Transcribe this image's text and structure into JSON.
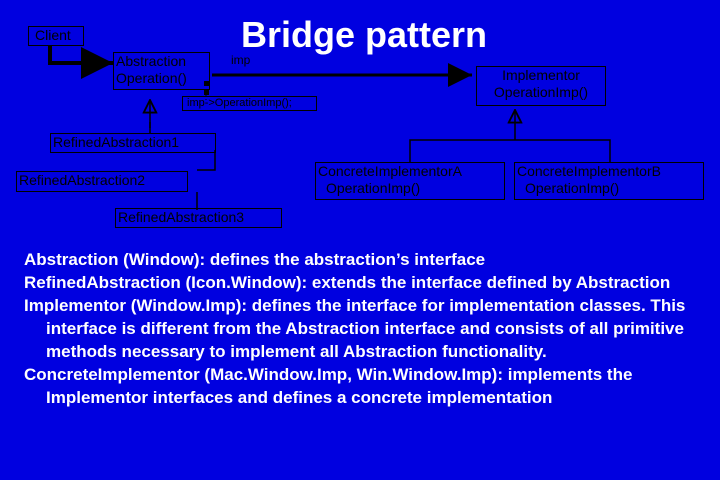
{
  "title": "Bridge pattern",
  "diagram": {
    "client": "Client",
    "abstraction": {
      "name": "Abstraction",
      "method": "Operation()"
    },
    "imp_label": "imp",
    "note": "imp->OperationImp();",
    "implementor": {
      "name": "Implementor",
      "method": "OperationImp()"
    },
    "refined1": "RefinedAbstraction1",
    "refined2": "RefinedAbstraction2",
    "refined3": "RefinedAbstraction3",
    "concreteA": {
      "name": "ConcreteImplementorA",
      "method": "OperationImp()"
    },
    "concreteB": {
      "name": "ConcreteImplementorB",
      "method": "OperationImp()"
    }
  },
  "descriptions": [
    "Abstraction (Window): defines the abstraction’s interface",
    "RefinedAbstraction (Icon.Window): extends the interface defined by Abstraction",
    "Implementor (Window.Imp): defines the interface for implementation classes. This interface is different from the Abstraction interface and consists of all primitive methods necessary to implement all Abstraction functionality.",
    "ConcreteImplementor (Mac.Window.Imp, Win.Window.Imp): implements the Implementor interfaces and defines a concrete implementation"
  ],
  "colors": {
    "background": "#0000e0",
    "box_text": "#000000",
    "lines": "#000000",
    "text": "#ffffff"
  }
}
